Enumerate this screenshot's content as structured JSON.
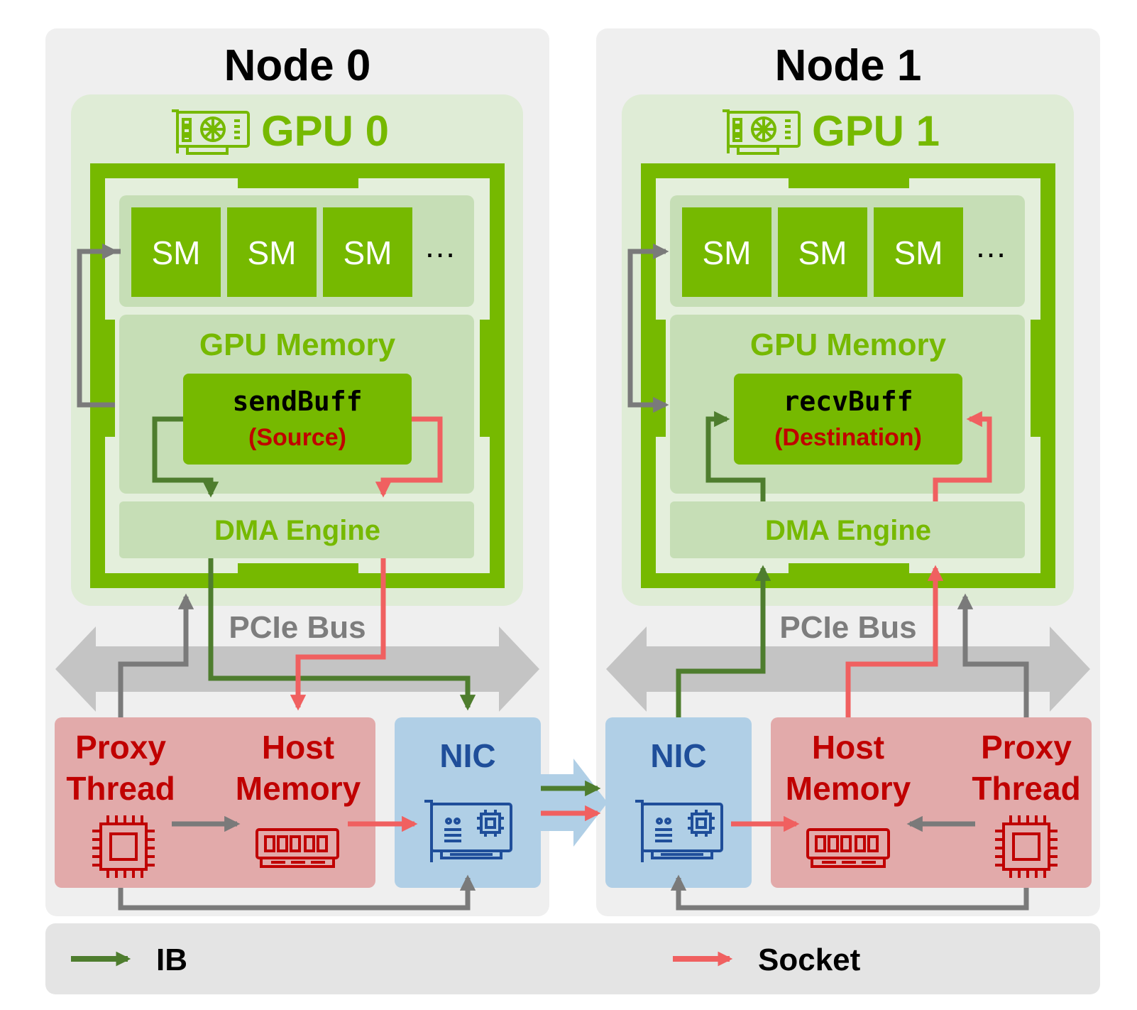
{
  "colors": {
    "ib": "#4e7d2e",
    "socket": "#f06060",
    "control": "#7a7a7a",
    "gpu_green": "#76b900",
    "gpu_light": "#e0edd8",
    "host_red": "#c00000",
    "host_bg": "#e2aaaa",
    "nic_blue": "#1f4e9a",
    "nic_bg": "#b0cfe6",
    "node_bg": "#efefef"
  },
  "nodes": [
    {
      "title": "Node 0",
      "gpu_label": "GPU 0",
      "sm_labels": [
        "SM",
        "SM",
        "SM"
      ],
      "sm_more": "…",
      "memory_label": "GPU Memory",
      "buffer_name": "sendBuff",
      "buffer_role": "(Source)",
      "dma_label": "DMA Engine",
      "pcie_label": "PCIe Bus",
      "proxy_label": [
        "Proxy",
        "Thread"
      ],
      "host_mem_label": [
        "Host",
        "Memory"
      ],
      "nic_label": "NIC"
    },
    {
      "title": "Node 1",
      "gpu_label": "GPU 1",
      "sm_labels": [
        "SM",
        "SM",
        "SM"
      ],
      "sm_more": "…",
      "memory_label": "GPU Memory",
      "buffer_name": "recvBuff",
      "buffer_role": "(Destination)",
      "dma_label": "DMA Engine",
      "pcie_label": "PCIe Bus",
      "proxy_label": [
        "Proxy",
        "Thread"
      ],
      "host_mem_label": [
        "Host",
        "Memory"
      ],
      "nic_label": "NIC"
    }
  ],
  "legend": {
    "ib_label": "IB",
    "socket_label": "Socket"
  },
  "icons": [
    "gpu-card-icon",
    "cpu-chip-icon",
    "ram-module-icon",
    "network-card-icon"
  ]
}
